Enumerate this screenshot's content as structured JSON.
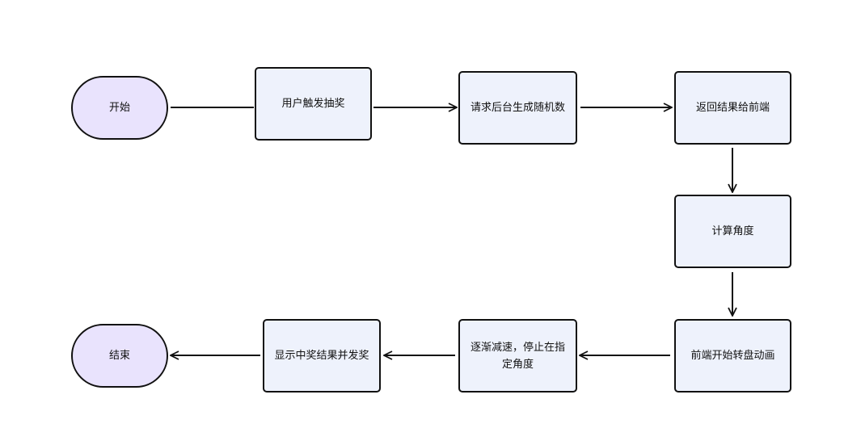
{
  "nodes": {
    "start": "开始",
    "trigger": "用户触发抽奖",
    "request": "请求后台生成随机数",
    "return": "返回结果给前端",
    "calc": "计算角度",
    "spin": "前端开始转盘动画",
    "slow": "逐渐减速，停止在指定角度",
    "show": "显示中奖结果并发奖",
    "end": "结束"
  },
  "colors": {
    "process_fill": "#eef2fc",
    "terminal_fill": "#e9e3fd",
    "stroke": "#111111"
  }
}
